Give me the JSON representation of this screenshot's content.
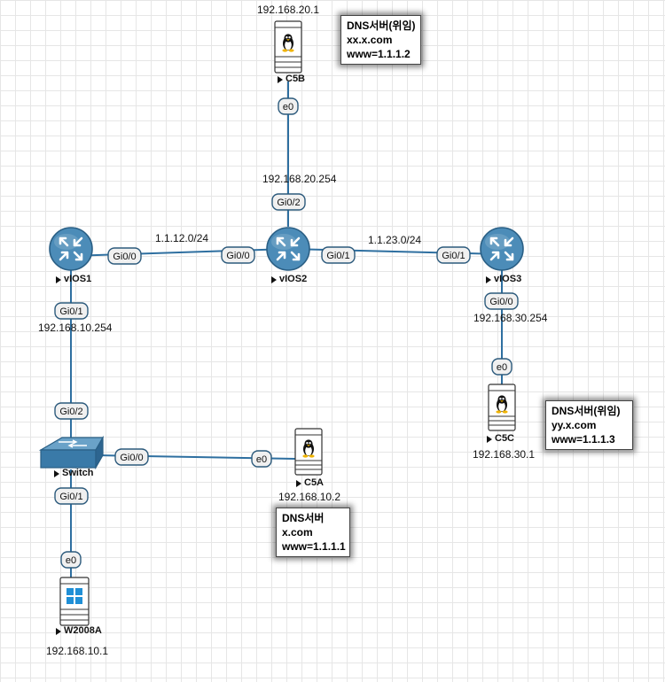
{
  "colors": {
    "link": "#2e6fa0",
    "router_fill": "#4c8cb8",
    "router_stroke": "#2a5f85",
    "switch_fill": "#3a7aa8",
    "badge_fill": "#f0f0f0",
    "badge_stroke": "#2c5a7c",
    "grid": "#e6e6e6"
  },
  "nodes": {
    "c5b": {
      "name": "C5B",
      "ip": "192.168.20.1",
      "icon": "linux-tux-icon"
    },
    "vios1": {
      "name": "vIOS1",
      "ip": "192.168.10.254",
      "icon": "router-icon"
    },
    "vios2": {
      "name": "vIOS2",
      "ip": "192.168.20.254",
      "icon": "router-icon"
    },
    "vios3": {
      "name": "vIOS3",
      "ip": "192.168.30.254",
      "icon": "router-icon"
    },
    "c5c": {
      "name": "C5C",
      "ip": "192.168.30.1",
      "icon": "linux-tux-icon"
    },
    "switch": {
      "name": "Switch",
      "icon": "switch-icon"
    },
    "c5a": {
      "name": "C5A",
      "ip": "192.168.10.2",
      "icon": "linux-tux-icon"
    },
    "w2008a": {
      "name": "W2008A",
      "ip": "192.168.10.1",
      "icon": "windows-icon"
    }
  },
  "networks": {
    "net12": "1.1.12.0/24",
    "net23": "1.1.23.0/24"
  },
  "ports": {
    "c5b_e0": "e0",
    "vios2_gi02": "Gi0/2",
    "vios1_gi00": "Gi0/0",
    "vios2_gi00": "Gi0/0",
    "vios2_gi01": "Gi0/1",
    "vios3_gi01": "Gi0/1",
    "vios1_gi01": "Gi0/1",
    "vios3_gi00": "Gi0/0",
    "c5c_e0": "e0",
    "switch_gi02": "Gi0/2",
    "switch_gi00": "Gi0/0",
    "c5a_e0": "e0",
    "switch_gi01": "Gi0/1",
    "w2008a_e0": "e0"
  },
  "notes": {
    "c5b": [
      "DNS서버(위임)",
      "xx.x.com",
      "www=1.1.1.2"
    ],
    "c5c": [
      "DNS서버(위임)",
      "yy.x.com",
      "www=1.1.1.3"
    ],
    "c5a": [
      "DNS서버",
      "x.com",
      "www=1.1.1.1"
    ]
  }
}
